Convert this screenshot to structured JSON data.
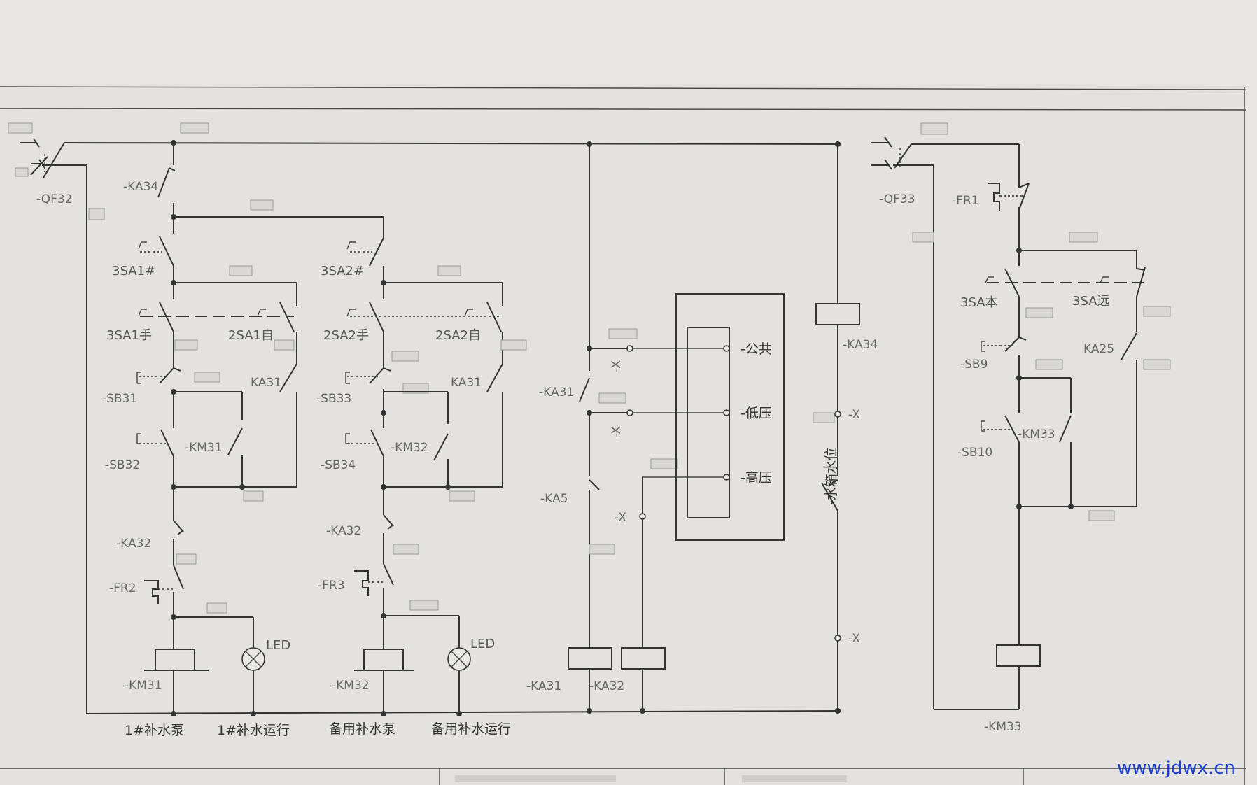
{
  "breakers": {
    "qf32": "-QF32",
    "qf33": "-QF33"
  },
  "circuit1": {
    "ka34": "-KA34",
    "sa1_num": "3SA1#",
    "sa1_manual": "3SA1手",
    "sa1_auto": "2SA1自",
    "ka31": "KA31",
    "sb31": "-SB31",
    "km31_contact": "-KM31",
    "sb32": "-SB32",
    "ka32": "-KA32",
    "fr2": "-FR2",
    "km31_coil": "-KM31",
    "led": "LED",
    "pump_label": "1#补水泵",
    "run_label": "1#补水运行"
  },
  "circuit2": {
    "sa2_num": "3SA2#",
    "sa2_manual": "2SA2手",
    "sa2_auto": "2SA2自",
    "ka31": "KA31",
    "sb33": "-SB33",
    "km32_contact": "-KM32",
    "sb34": "-SB34",
    "ka32": "-KA32",
    "fr3": "-FR3",
    "km32_coil": "-KM32",
    "led": "LED",
    "pump_label": "备用补水泵",
    "run_label": "备用补水运行"
  },
  "pressure": {
    "ka31": "-KA31",
    "ka5": "-KA5",
    "x": "-X",
    "common": "-公共",
    "low": "-低压",
    "high": "-高压",
    "coil_ka31": "-KA31",
    "coil_ka32": "-KA32"
  },
  "tank": {
    "ka34": "-KA34",
    "x_top": "-X",
    "x_bottom": "-X",
    "level": "-水箱水位"
  },
  "circuit3": {
    "fr1": "-FR1",
    "sa_local": "3SA本",
    "sa_remote": "3SA远",
    "ka25": "KA25",
    "sb9": "-SB9",
    "sb10": "-SB10",
    "km33_contact": "-KM33",
    "km33_coil": "-KM33"
  },
  "watermark": "www.jdwx.cn"
}
